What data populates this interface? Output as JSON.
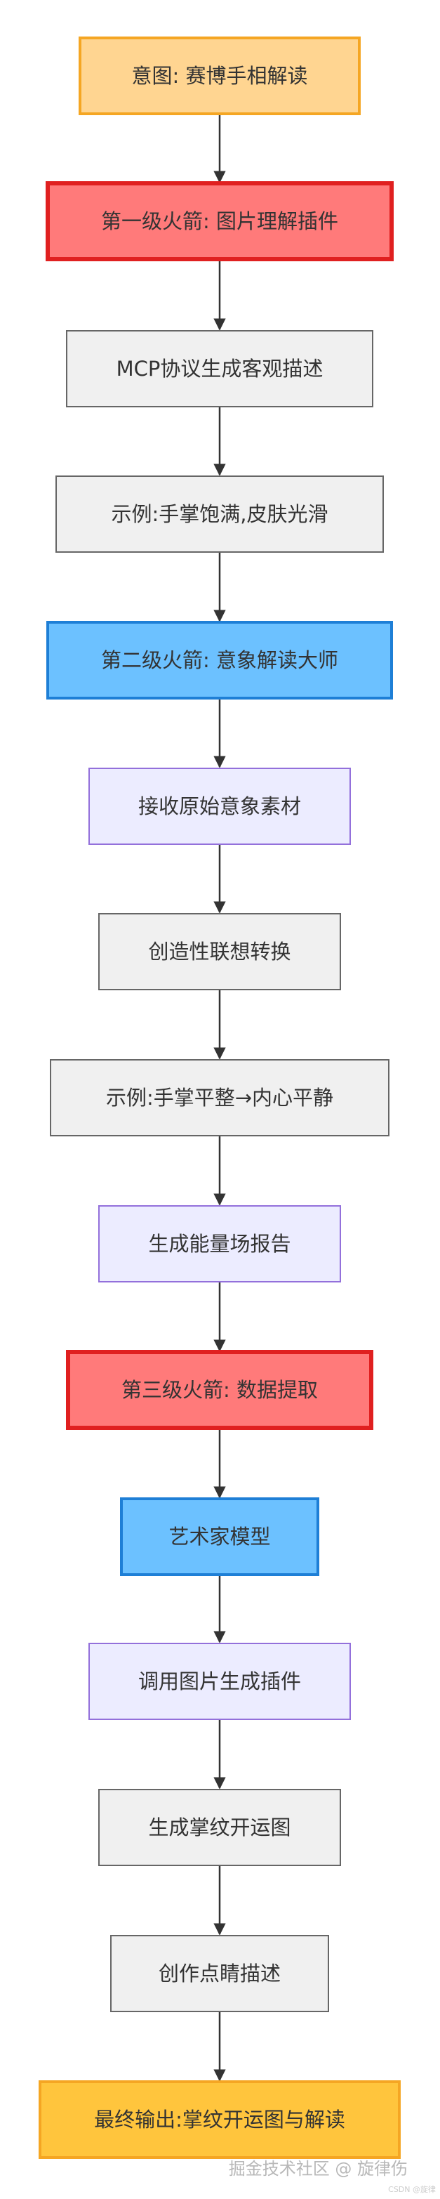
{
  "flowchart": {
    "nodes": [
      {
        "id": "intent",
        "label": "意图: 赛博手相解读",
        "fill": "#ffd591",
        "stroke": "#f5a623",
        "stroke_width": 4
      },
      {
        "id": "stage1",
        "label": "第一级火箭: 图片理解插件",
        "fill": "#ff7a7a",
        "stroke": "#e02020",
        "stroke_width": 6
      },
      {
        "id": "mcp",
        "label": "MCP协议生成客观描述",
        "fill": "#f0f0f0",
        "stroke": "#666666",
        "stroke_width": 2
      },
      {
        "id": "example1",
        "label": "示例:手掌饱满,皮肤光滑",
        "fill": "#f0f0f0",
        "stroke": "#666666",
        "stroke_width": 2
      },
      {
        "id": "stage2",
        "label": "第二级火箭: 意象解读大师",
        "fill": "#6cc1ff",
        "stroke": "#1e7fd6",
        "stroke_width": 4
      },
      {
        "id": "receive",
        "label": "接收原始意象素材",
        "fill": "#ececff",
        "stroke": "#9370db",
        "stroke_width": 2
      },
      {
        "id": "associate",
        "label": "创造性联想转换",
        "fill": "#f0f0f0",
        "stroke": "#666666",
        "stroke_width": 2
      },
      {
        "id": "example2",
        "label": "示例:手掌平整→内心平静",
        "fill": "#f0f0f0",
        "stroke": "#666666",
        "stroke_width": 2
      },
      {
        "id": "report",
        "label": "生成能量场报告",
        "fill": "#ececff",
        "stroke": "#9370db",
        "stroke_width": 2
      },
      {
        "id": "stage3",
        "label": "第三级火箭: 数据提取",
        "fill": "#ff7a7a",
        "stroke": "#e02020",
        "stroke_width": 6
      },
      {
        "id": "artist",
        "label": "艺术家模型",
        "fill": "#6cc1ff",
        "stroke": "#1e7fd6",
        "stroke_width": 4
      },
      {
        "id": "call_plugin",
        "label": "调用图片生成插件",
        "fill": "#ececff",
        "stroke": "#9370db",
        "stroke_width": 2
      },
      {
        "id": "palm_chart",
        "label": "生成掌纹开运图",
        "fill": "#f0f0f0",
        "stroke": "#666666",
        "stroke_width": 2
      },
      {
        "id": "describe",
        "label": "创作点睛描述",
        "fill": "#f0f0f0",
        "stroke": "#666666",
        "stroke_width": 2
      },
      {
        "id": "final",
        "label": "最终输出:掌纹开运图与解读",
        "fill": "#ffc53d",
        "stroke": "#f5a623",
        "stroke_width": 4
      }
    ],
    "edges": [
      [
        "intent",
        "stage1"
      ],
      [
        "stage1",
        "mcp"
      ],
      [
        "mcp",
        "example1"
      ],
      [
        "example1",
        "stage2"
      ],
      [
        "stage2",
        "receive"
      ],
      [
        "receive",
        "associate"
      ],
      [
        "associate",
        "example2"
      ],
      [
        "example2",
        "report"
      ],
      [
        "report",
        "stage3"
      ],
      [
        "stage3",
        "artist"
      ],
      [
        "artist",
        "call_plugin"
      ],
      [
        "call_plugin",
        "palm_chart"
      ],
      [
        "palm_chart",
        "describe"
      ],
      [
        "describe",
        "final"
      ]
    ],
    "edge_color": "#333333"
  },
  "watermark": {
    "main": "掘金技术社区 @ 旋律伤",
    "small": "CSDN @旋律"
  }
}
